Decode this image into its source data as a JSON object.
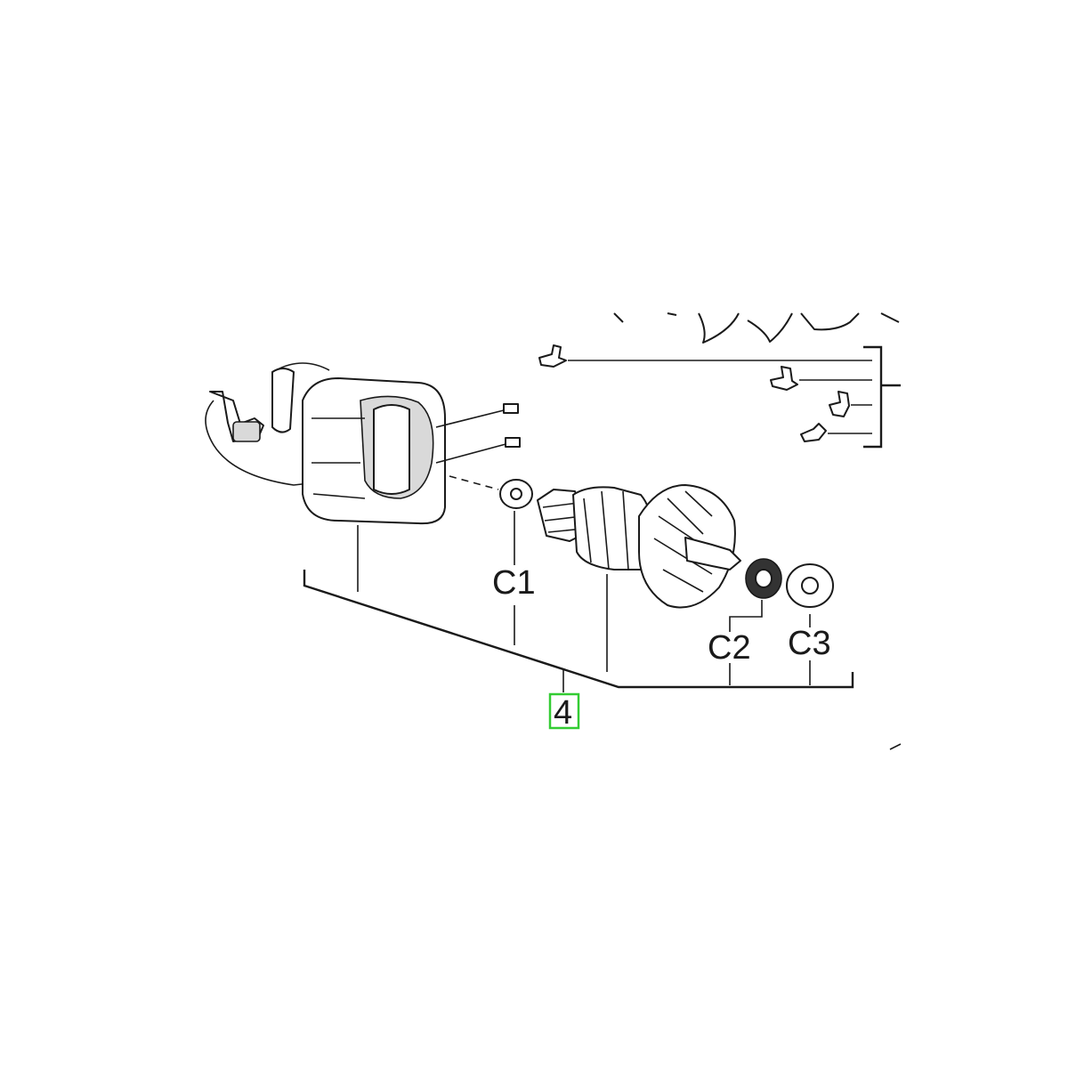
{
  "main_callout": {
    "label": "4",
    "highlight_color": "#33cc33"
  },
  "callouts": [
    {
      "id": "c1",
      "label": "C1"
    },
    {
      "id": "c2",
      "label": "C2"
    },
    {
      "id": "c3",
      "label": "C3"
    }
  ],
  "colors": {
    "line": "#1a1a1a",
    "background": "#ffffff"
  }
}
